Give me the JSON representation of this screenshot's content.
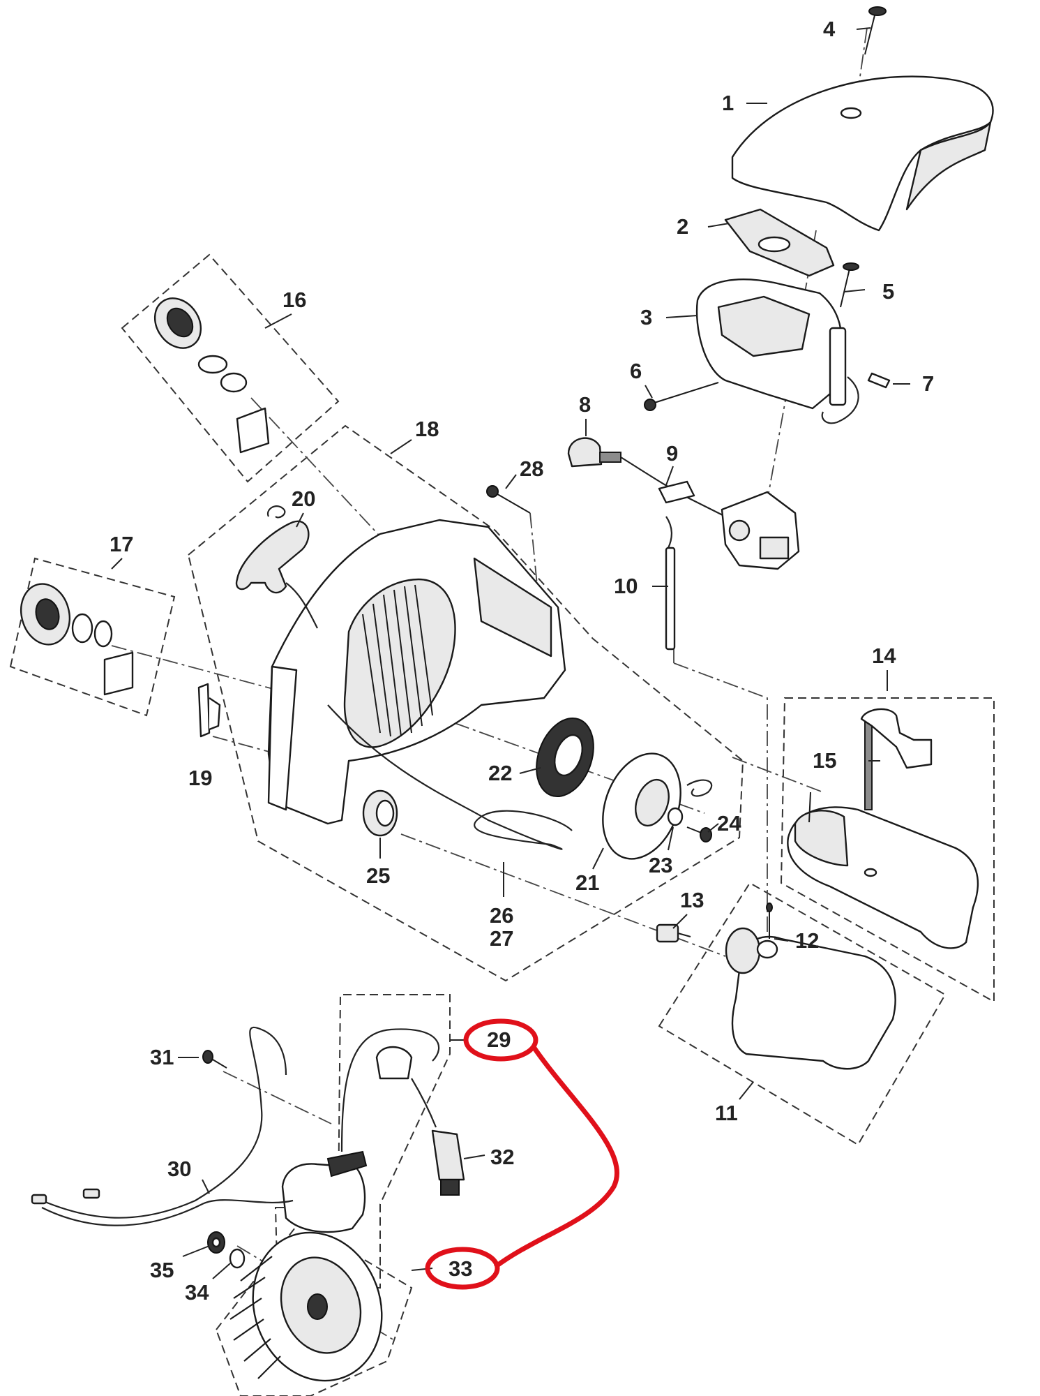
{
  "callouts": {
    "c1": "1",
    "c2": "2",
    "c3": "3",
    "c4": "4",
    "c5": "5",
    "c6": "6",
    "c7": "7",
    "c8": "8",
    "c9": "9",
    "c10": "10",
    "c11": "11",
    "c12": "12",
    "c13": "13",
    "c14": "14",
    "c15": "15",
    "c16": "16",
    "c17": "17",
    "c18": "18",
    "c19": "19",
    "c20": "20",
    "c21": "21",
    "c22": "22",
    "c23": "23",
    "c24": "24",
    "c25": "25",
    "c26": "26",
    "c27": "27",
    "c28": "28",
    "c29": "29",
    "c30": "30",
    "c31": "31",
    "c32": "32",
    "c33": "33",
    "c34": "34",
    "c35": "35"
  },
  "highlight": {
    "color": "#e0101a",
    "circled_parts": [
      "29",
      "33"
    ]
  }
}
